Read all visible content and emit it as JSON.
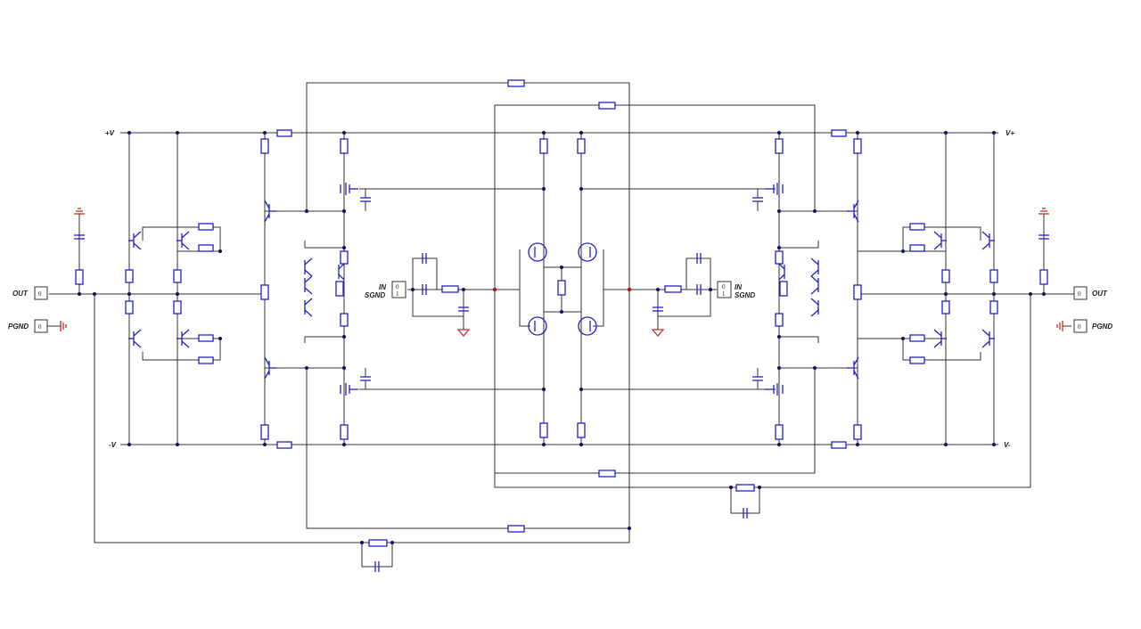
{
  "rails": {
    "left_pos": "+V",
    "left_neg": "-V",
    "right_pos": "V+",
    "right_neg": "V-"
  },
  "ports": {
    "left_out": "OUT",
    "left_pgnd": "PGND",
    "right_out": "OUT",
    "right_pgnd": "PGND",
    "left_in": "IN",
    "left_sgnd": "SGND",
    "right_in": "IN",
    "right_sgnd": "SGND",
    "port_value": "0",
    "pin_0": "0",
    "pin_1": "1"
  }
}
